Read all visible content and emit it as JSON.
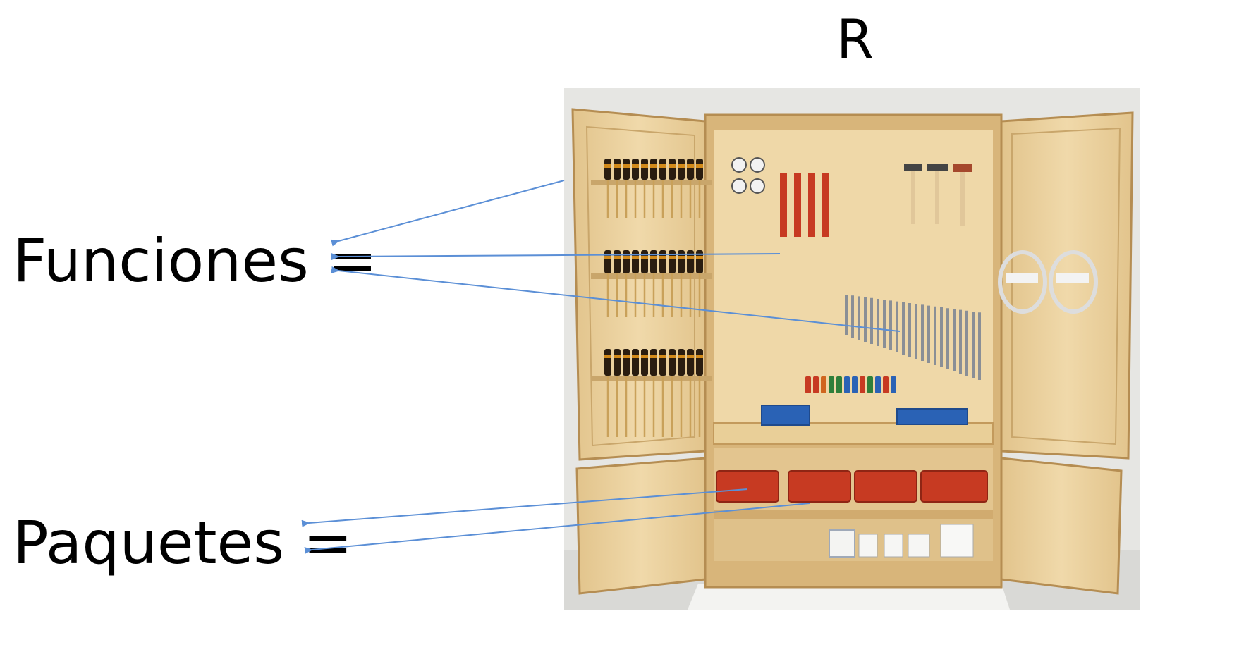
{
  "slide": {
    "title": "R",
    "labels": {
      "funciones": "Funciones =",
      "paquetes": "Paquetes ="
    },
    "photo": {
      "subject": "wooden tool cabinet",
      "colors": {
        "wood": "#e8cf9c",
        "wood_dark": "#c9a66b",
        "case_red": "#c73a22",
        "case_blue": "#2a62b5",
        "background": "#e6e6e3"
      }
    },
    "arrow_color": "#5b8fd6"
  }
}
